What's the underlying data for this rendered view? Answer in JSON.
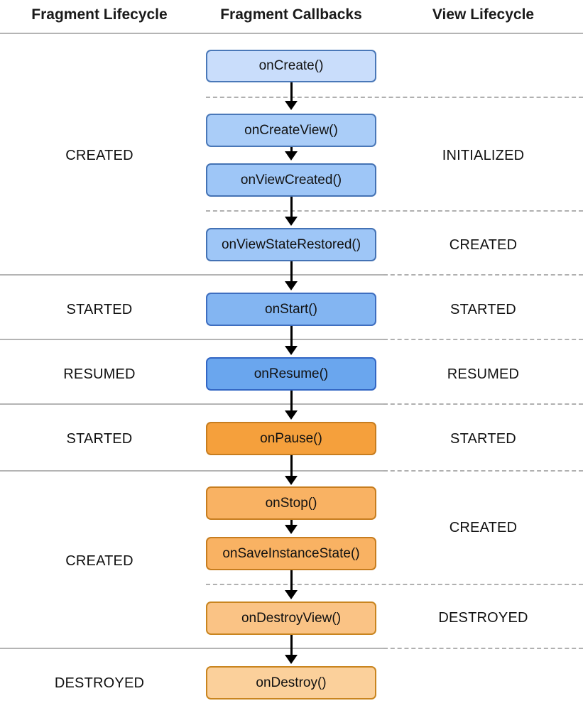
{
  "header": {
    "columns": [
      {
        "label": "Fragment Lifecycle"
      },
      {
        "label": "Fragment Callbacks"
      },
      {
        "label": "View Lifecycle"
      }
    ]
  },
  "colors": {
    "blue_lightest_fill": "#c9ddfb",
    "blue_lightest_border": "#4a78b8",
    "blue_light_fill": "#aacdf8",
    "blue_light_border": "#4a78b8",
    "blue_mid_fill": "#8ebcf5",
    "blue_mid_border": "#3e6ec0",
    "blue_strong_fill": "#7cb0f0",
    "blue_strong_border": "#3e6ec0",
    "blue_deep_fill": "#6aa6ee",
    "blue_deep_border": "#3266c4",
    "orange_strong_fill": "#f5a03c",
    "orange_strong_border": "#c77d1f",
    "orange_mid_fill": "#f9b263",
    "orange_mid_border": "#c77d1f",
    "orange_light_fill": "#fac385",
    "orange_light_border": "#c9851f",
    "orange_lightest_fill": "#fbd09b",
    "orange_lightest_border": "#c9851f",
    "separator_solid": "#b4b4b4",
    "separator_dashed": "#b0b0b0",
    "arrow": "#000000",
    "text": "#111111"
  },
  "callbacks": [
    {
      "label": "onCreate()",
      "tone": "blue-1"
    },
    {
      "label": "onCreateView()",
      "tone": "blue-2"
    },
    {
      "label": "onViewCreated()",
      "tone": "blue-3"
    },
    {
      "label": "onViewStateRestored()",
      "tone": "blue-3"
    },
    {
      "label": "onStart()",
      "tone": "blue-4"
    },
    {
      "label": "onResume()",
      "tone": "blue-5"
    },
    {
      "label": "onPause()",
      "tone": "orange-1"
    },
    {
      "label": "onStop()",
      "tone": "orange-2"
    },
    {
      "label": "onSaveInstanceState()",
      "tone": "orange-2"
    },
    {
      "label": "onDestroyView()",
      "tone": "orange-3"
    },
    {
      "label": "onDestroy()",
      "tone": "orange-4"
    }
  ],
  "fragment_lifecycle_states": [
    {
      "label": "CREATED"
    },
    {
      "label": "STARTED"
    },
    {
      "label": "RESUMED"
    },
    {
      "label": "STARTED"
    },
    {
      "label": "CREATED"
    },
    {
      "label": "DESTROYED"
    }
  ],
  "view_lifecycle_states": [
    {
      "label": "INITIALIZED"
    },
    {
      "label": "CREATED"
    },
    {
      "label": "STARTED"
    },
    {
      "label": "RESUMED"
    },
    {
      "label": "STARTED"
    },
    {
      "label": "CREATED"
    },
    {
      "label": "DESTROYED"
    }
  ]
}
